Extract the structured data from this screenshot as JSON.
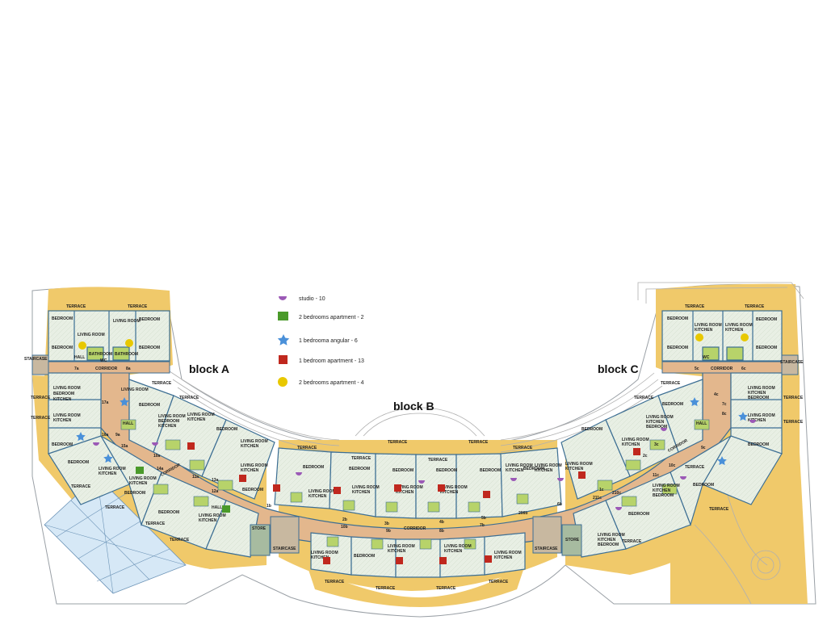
{
  "blocks": {
    "a": "block A",
    "b": "block B",
    "c": "block C"
  },
  "legend": [
    {
      "label": "studio - 10",
      "marker": "half-circle-icon",
      "color": "#9b59b6"
    },
    {
      "label": "2 bedrooms apartment - 2",
      "marker": "square-icon",
      "color": "#4a9a2a"
    },
    {
      "label": "1 bedrooma angular - 6",
      "marker": "star-icon",
      "color": "#4a90d9"
    },
    {
      "label": "1 bedroom apartment - 13",
      "marker": "square-icon",
      "color": "#c0281e"
    },
    {
      "label": "2 bedrooms apartment - 4",
      "marker": "circle-icon",
      "color": "#e8c800"
    }
  ],
  "labels": {
    "terrace": "TERRACE",
    "corridor": "CORRIDOR",
    "staircase": "STAIRCASE",
    "store": "STORE",
    "bedroom": "BEDROOM",
    "living_room": "LIVING ROOM",
    "kitchen": "KITCHEN",
    "bathroom": "BATHROOM",
    "hall": "HALL",
    "wc": "WC"
  },
  "units": {
    "block_a": [
      "7a",
      "8a",
      "17a",
      "16a",
      "15a",
      "9a",
      "10a",
      "11a",
      "12a",
      "13a",
      "14a",
      "1b"
    ],
    "block_b": [
      "10b",
      "3b",
      "4b",
      "7b",
      "5b",
      "6b",
      "8b",
      "9b",
      "206b",
      "2b"
    ],
    "block_c": [
      "5c",
      "6c",
      "4c",
      "7c",
      "8c",
      "3c",
      "2c",
      "9c",
      "10c",
      "11c",
      "211c",
      "210c",
      "1c"
    ]
  },
  "colors": {
    "ground": "#f0c96a",
    "corridor": "#e3b78d",
    "room": "#e8efe4",
    "wall": "#3c6e93",
    "wet_room": "#b7d36a",
    "stair": "#c8b8a0",
    "canopy": "#d6e8f6"
  }
}
